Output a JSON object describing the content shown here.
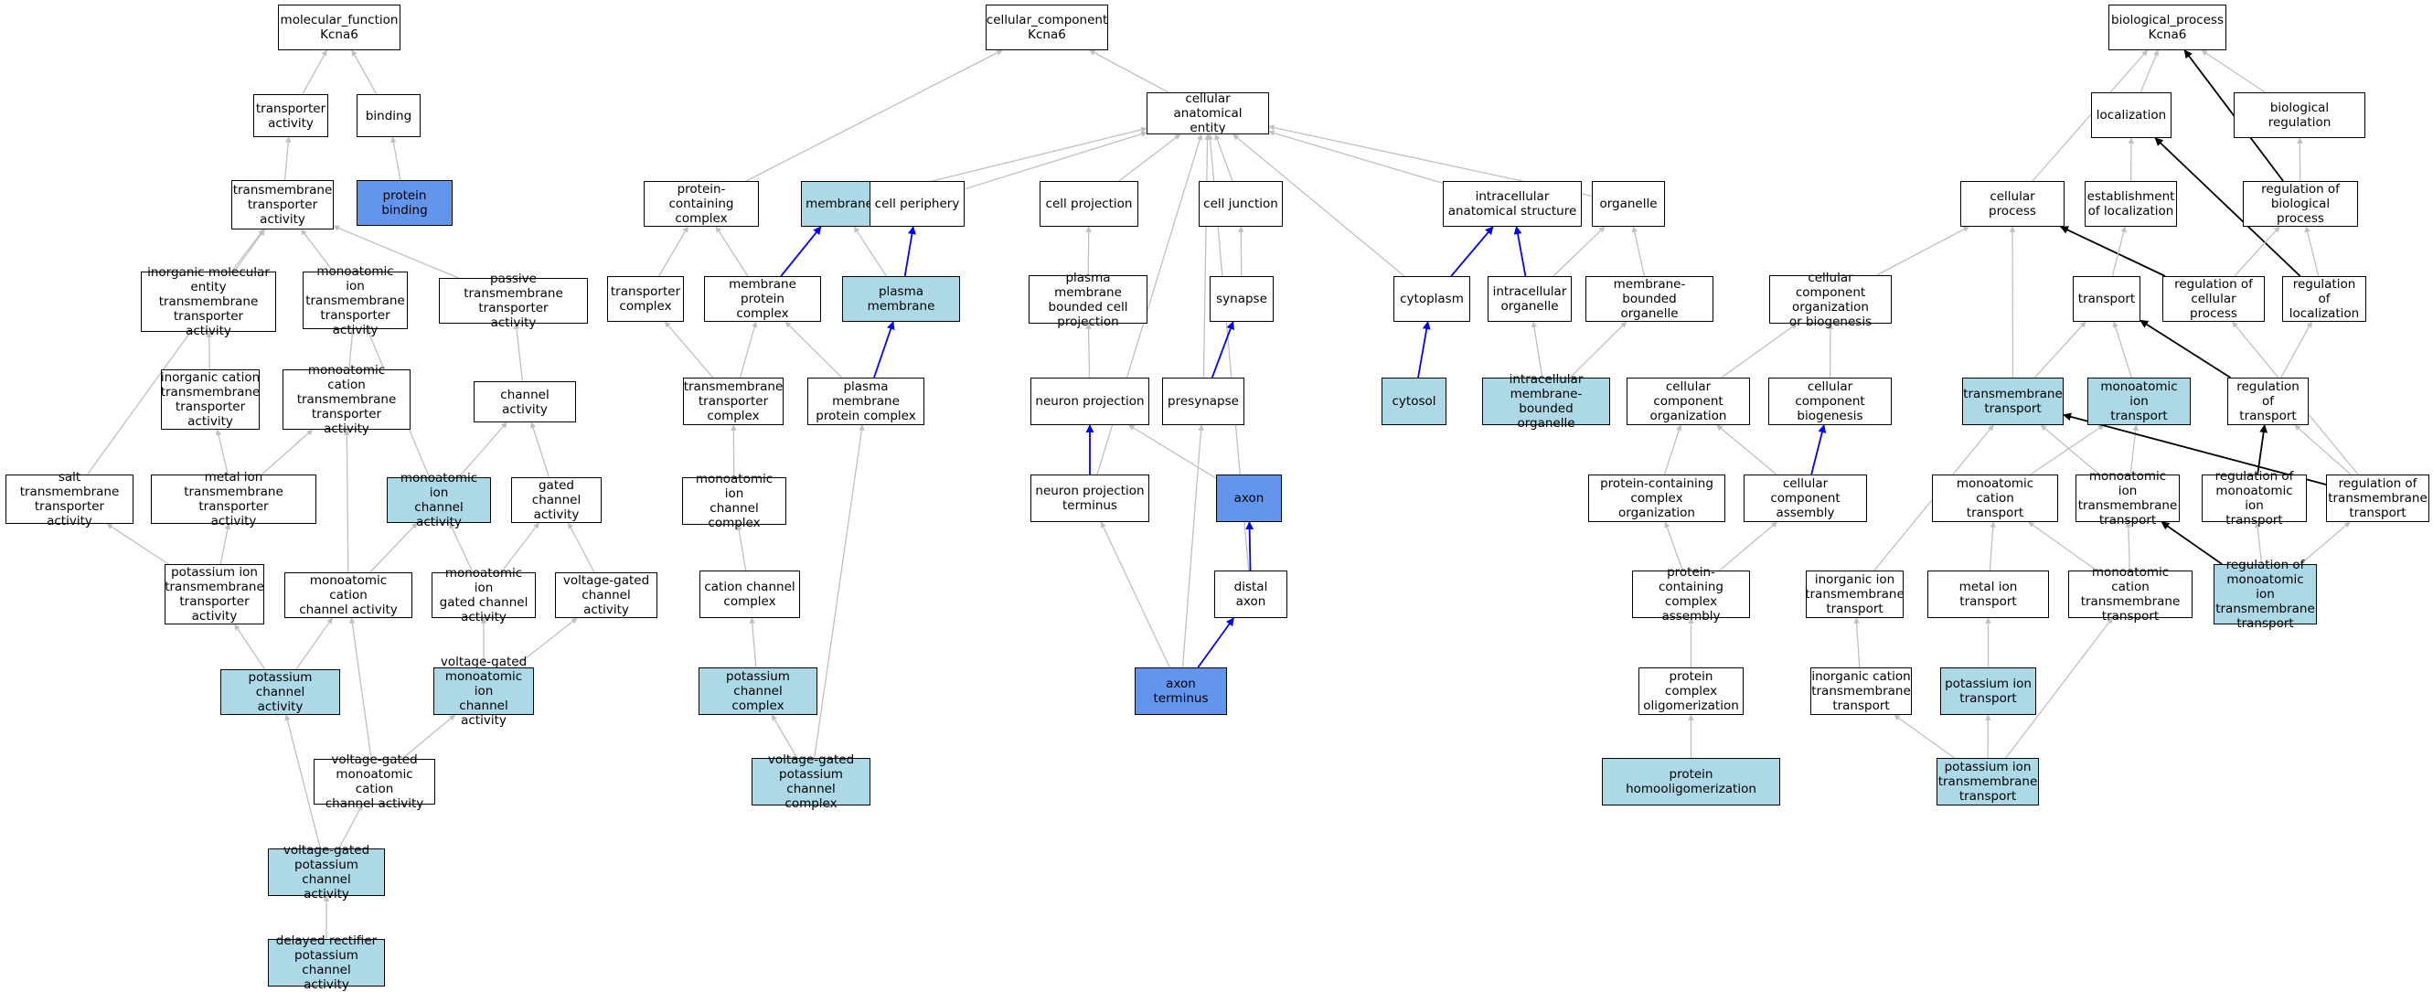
{
  "colors": {
    "edge_default": "#c0c0c0",
    "edge_blue": "#0000ff",
    "edge_black": "#000000",
    "fill_light": "#add8e6",
    "fill_dark": "#6495ed",
    "fill_white": "#ffffff"
  },
  "nodes": {
    "mf_root": {
      "label": "molecular_function\nKcna6",
      "fill": "white"
    },
    "transporter_activity": {
      "label": "transporter\nactivity",
      "fill": "white"
    },
    "binding": {
      "label": "binding",
      "fill": "white"
    },
    "tm_transporter_activity": {
      "label": "transmembrane\ntransporter\nactivity",
      "fill": "white"
    },
    "protein_binding": {
      "label": "protein binding",
      "fill": "dark"
    },
    "inorganic_mol_entity": {
      "label": "inorganic molecular\nentity transmembrane\ntransporter\nactivity",
      "fill": "white"
    },
    "monoatomic_ion_tm": {
      "label": "monoatomic ion\ntransmembrane\ntransporter\nactivity",
      "fill": "white"
    },
    "passive_tm": {
      "label": "passive transmembrane\ntransporter\nactivity",
      "fill": "white"
    },
    "inorganic_cation_tm": {
      "label": "inorganic cation\ntransmembrane\ntransporter\nactivity",
      "fill": "white"
    },
    "monoatomic_cation_tm": {
      "label": "monoatomic cation\ntransmembrane\ntransporter\nactivity",
      "fill": "white"
    },
    "channel_activity": {
      "label": "channel activity",
      "fill": "white"
    },
    "salt_tm": {
      "label": "salt transmembrane\ntransporter\nactivity",
      "fill": "white"
    },
    "metal_ion_tm": {
      "label": "metal ion transmembrane\ntransporter\nactivity",
      "fill": "white"
    },
    "monoatomic_ion_channel": {
      "label": "monoatomic ion\nchannel activity",
      "fill": "light"
    },
    "gated_channel": {
      "label": "gated channel\nactivity",
      "fill": "white"
    },
    "potassium_ion_tm": {
      "label": "potassium ion\ntransmembrane\ntransporter\nactivity",
      "fill": "white"
    },
    "monoatomic_cation_channel": {
      "label": "monoatomic cation\nchannel activity",
      "fill": "white"
    },
    "monoatomic_ion_gated": {
      "label": "monoatomic ion\ngated channel\nactivity",
      "fill": "white"
    },
    "voltage_gated_channel": {
      "label": "voltage-gated\nchannel activity",
      "fill": "white"
    },
    "potassium_channel": {
      "label": "potassium channel\nactivity",
      "fill": "light"
    },
    "vg_monoatomic_ion_channel": {
      "label": "voltage-gated\nmonoatomic ion\nchannel activity",
      "fill": "light"
    },
    "vg_monoatomic_cation_channel": {
      "label": "voltage-gated\nmonoatomic cation\nchannel activity",
      "fill": "white"
    },
    "vg_potassium_channel": {
      "label": "voltage-gated\npotassium channel\nactivity",
      "fill": "light"
    },
    "delayed_rectifier": {
      "label": "delayed rectifier\npotassium channel\nactivity",
      "fill": "light"
    },
    "cc_root": {
      "label": "cellular_component\nKcna6",
      "fill": "white"
    },
    "cellular_anatomical_entity": {
      "label": "cellular anatomical\nentity",
      "fill": "white"
    },
    "protein_containing_complex": {
      "label": "protein-containing\ncomplex",
      "fill": "white"
    },
    "membrane": {
      "label": "membrane",
      "fill": "light"
    },
    "cell_periphery": {
      "label": "cell periphery",
      "fill": "white"
    },
    "cell_projection": {
      "label": "cell projection",
      "fill": "white"
    },
    "cell_junction": {
      "label": "cell junction",
      "fill": "white"
    },
    "intracellular_anatomical": {
      "label": "intracellular\nanatomical structure",
      "fill": "white"
    },
    "organelle": {
      "label": "organelle",
      "fill": "white"
    },
    "transporter_complex": {
      "label": "transporter\ncomplex",
      "fill": "white"
    },
    "membrane_protein_complex": {
      "label": "membrane protein\ncomplex",
      "fill": "white"
    },
    "plasma_membrane": {
      "label": "plasma membrane",
      "fill": "light"
    },
    "pm_bounded_cell_projection": {
      "label": "plasma membrane\nbounded cell\nprojection",
      "fill": "white"
    },
    "synapse": {
      "label": "synapse",
      "fill": "white"
    },
    "cytoplasm": {
      "label": "cytoplasm",
      "fill": "white"
    },
    "intracellular_organelle": {
      "label": "intracellular\norganelle",
      "fill": "white"
    },
    "membrane_bounded_organelle": {
      "label": "membrane-bounded\norganelle",
      "fill": "white"
    },
    "tm_transporter_complex": {
      "label": "transmembrane\ntransporter\ncomplex",
      "fill": "white"
    },
    "pm_protein_complex": {
      "label": "plasma membrane\nprotein complex",
      "fill": "white"
    },
    "neuron_projection": {
      "label": "neuron projection",
      "fill": "white"
    },
    "presynapse": {
      "label": "presynapse",
      "fill": "white"
    },
    "cytosol": {
      "label": "cytosol",
      "fill": "light"
    },
    "intracellular_mb_organelle": {
      "label": "intracellular\nmembrane-bounded\norganelle",
      "fill": "light"
    },
    "monoatomic_ion_channel_complex": {
      "label": "monoatomic ion\nchannel complex",
      "fill": "white"
    },
    "neuron_projection_terminus": {
      "label": "neuron projection\nterminus",
      "fill": "white"
    },
    "axon": {
      "label": "axon",
      "fill": "dark"
    },
    "cation_channel_complex": {
      "label": "cation channel\ncomplex",
      "fill": "white"
    },
    "distal_axon": {
      "label": "distal axon",
      "fill": "white"
    },
    "potassium_channel_complex": {
      "label": "potassium channel\ncomplex",
      "fill": "light"
    },
    "axon_terminus": {
      "label": "axon terminus",
      "fill": "dark"
    },
    "vg_potassium_channel_complex": {
      "label": "voltage-gated\npotassium channel\ncomplex",
      "fill": "light"
    },
    "bp_root": {
      "label": "biological_process\nKcna6",
      "fill": "white"
    },
    "localization": {
      "label": "localization",
      "fill": "white"
    },
    "biological_regulation": {
      "label": "biological regulation",
      "fill": "white"
    },
    "cellular_process": {
      "label": "cellular process",
      "fill": "white"
    },
    "establishment_localization": {
      "label": "establishment\nof localization",
      "fill": "white"
    },
    "regulation_biological_process": {
      "label": "regulation of\nbiological process",
      "fill": "white"
    },
    "cc_organization_biogenesis": {
      "label": "cellular component\norganization\nor biogenesis",
      "fill": "white"
    },
    "transport": {
      "label": "transport",
      "fill": "white"
    },
    "regulation_cellular_process": {
      "label": "regulation of\ncellular process",
      "fill": "white"
    },
    "regulation_localization": {
      "label": "regulation of\nlocalization",
      "fill": "white"
    },
    "cc_organization": {
      "label": "cellular component\norganization",
      "fill": "white"
    },
    "cc_biogenesis": {
      "label": "cellular component\nbiogenesis",
      "fill": "white"
    },
    "transmembrane_transport": {
      "label": "transmembrane\ntransport",
      "fill": "light"
    },
    "monoatomic_ion_transport": {
      "label": "monoatomic ion\ntransport",
      "fill": "light"
    },
    "regulation_transport": {
      "label": "regulation of\ntransport",
      "fill": "white"
    },
    "pcc_organization": {
      "label": "protein-containing\ncomplex organization",
      "fill": "white"
    },
    "cc_assembly": {
      "label": "cellular component\nassembly",
      "fill": "white"
    },
    "monoatomic_cation_transport": {
      "label": "monoatomic cation\ntransport",
      "fill": "white"
    },
    "monoatomic_ion_tm_transport": {
      "label": "monoatomic ion\ntransmembrane\ntransport",
      "fill": "white"
    },
    "regulation_monoatomic_ion_transport": {
      "label": "regulation of\nmonoatomic ion\ntransport",
      "fill": "white"
    },
    "regulation_tm_transport": {
      "label": "regulation of\ntransmembrane\ntransport",
      "fill": "white"
    },
    "pcc_assembly": {
      "label": "protein-containing\ncomplex assembly",
      "fill": "white"
    },
    "inorganic_ion_tm_transport": {
      "label": "inorganic ion\ntransmembrane\ntransport",
      "fill": "white"
    },
    "metal_ion_transport": {
      "label": "metal ion transport",
      "fill": "white"
    },
    "monoatomic_cation_tm_transport": {
      "label": "monoatomic cation\ntransmembrane\ntransport",
      "fill": "white"
    },
    "regulation_monoatomic_ion_tm_transport": {
      "label": "regulation of\nmonoatomic ion\ntransmembrane\ntransport",
      "fill": "light"
    },
    "protein_complex_oligomerization": {
      "label": "protein complex\noligomerization",
      "fill": "white"
    },
    "inorganic_cation_tm_transport": {
      "label": "inorganic cation\ntransmembrane\ntransport",
      "fill": "white"
    },
    "potassium_ion_transport": {
      "label": "potassium ion\ntransport",
      "fill": "light"
    },
    "protein_homooligomerization": {
      "label": "protein homooligomerization",
      "fill": "light"
    },
    "potassium_ion_tm_transport": {
      "label": "potassium ion\ntransmembrane\ntransport",
      "fill": "light"
    }
  },
  "edges": [
    [
      "transporter_activity",
      "mf_root",
      "default"
    ],
    [
      "binding",
      "mf_root",
      "default"
    ],
    [
      "tm_transporter_activity",
      "transporter_activity",
      "default"
    ],
    [
      "protein_binding",
      "binding",
      "default"
    ],
    [
      "inorganic_mol_entity",
      "tm_transporter_activity",
      "default"
    ],
    [
      "monoatomic_ion_tm",
      "tm_transporter_activity",
      "default"
    ],
    [
      "passive_tm",
      "tm_transporter_activity",
      "default"
    ],
    [
      "salt_tm",
      "tm_transporter_activity",
      "default"
    ],
    [
      "inorganic_cation_tm",
      "inorganic_mol_entity",
      "default"
    ],
    [
      "monoatomic_cation_tm",
      "monoatomic_ion_tm",
      "default"
    ],
    [
      "channel_activity",
      "passive_tm",
      "default"
    ],
    [
      "metal_ion_tm",
      "inorganic_cation_tm",
      "default"
    ],
    [
      "metal_ion_tm",
      "monoatomic_cation_tm",
      "default"
    ],
    [
      "monoatomic_ion_channel",
      "monoatomic_ion_tm",
      "default"
    ],
    [
      "monoatomic_ion_channel",
      "channel_activity",
      "default"
    ],
    [
      "gated_channel",
      "channel_activity",
      "default"
    ],
    [
      "potassium_ion_tm",
      "metal_ion_tm",
      "default"
    ],
    [
      "potassium_ion_tm",
      "salt_tm",
      "default"
    ],
    [
      "monoatomic_cation_channel",
      "monoatomic_cation_tm",
      "default"
    ],
    [
      "monoatomic_cation_channel",
      "monoatomic_ion_channel",
      "default"
    ],
    [
      "monoatomic_ion_gated",
      "monoatomic_ion_channel",
      "default"
    ],
    [
      "monoatomic_ion_gated",
      "gated_channel",
      "default"
    ],
    [
      "voltage_gated_channel",
      "gated_channel",
      "default"
    ],
    [
      "potassium_channel",
      "potassium_ion_tm",
      "default"
    ],
    [
      "potassium_channel",
      "monoatomic_cation_channel",
      "default"
    ],
    [
      "vg_monoatomic_ion_channel",
      "monoatomic_ion_gated",
      "default"
    ],
    [
      "vg_monoatomic_ion_channel",
      "voltage_gated_channel",
      "default"
    ],
    [
      "vg_monoatomic_cation_channel",
      "vg_monoatomic_ion_channel",
      "default"
    ],
    [
      "vg_monoatomic_cation_channel",
      "monoatomic_cation_channel",
      "default"
    ],
    [
      "vg_potassium_channel",
      "vg_monoatomic_cation_channel",
      "default"
    ],
    [
      "vg_potassium_channel",
      "potassium_channel",
      "default"
    ],
    [
      "delayed_rectifier",
      "vg_potassium_channel",
      "default"
    ],
    [
      "cellular_anatomical_entity",
      "cc_root",
      "default"
    ],
    [
      "protein_containing_complex",
      "cc_root",
      "default"
    ],
    [
      "membrane",
      "cellular_anatomical_entity",
      "default"
    ],
    [
      "cell_periphery",
      "cellular_anatomical_entity",
      "default"
    ],
    [
      "cell_projection",
      "cellular_anatomical_entity",
      "default"
    ],
    [
      "cell_junction",
      "cellular_anatomical_entity",
      "default"
    ],
    [
      "intracellular_anatomical",
      "cellular_anatomical_entity",
      "default"
    ],
    [
      "organelle",
      "cellular_anatomical_entity",
      "default"
    ],
    [
      "cytoplasm",
      "cellular_anatomical_entity",
      "default"
    ],
    [
      "presynapse",
      "cellular_anatomical_entity",
      "default"
    ],
    [
      "neuron_projection_terminus",
      "cellular_anatomical_entity",
      "default"
    ],
    [
      "distal_axon",
      "cellular_anatomical_entity",
      "default"
    ],
    [
      "transporter_complex",
      "protein_containing_complex",
      "default"
    ],
    [
      "membrane_protein_complex",
      "protein_containing_complex",
      "default"
    ],
    [
      "membrane_protein_complex",
      "membrane",
      "blue"
    ],
    [
      "plasma_membrane",
      "membrane",
      "default"
    ],
    [
      "plasma_membrane",
      "cell_periphery",
      "blue"
    ],
    [
      "pm_bounded_cell_projection",
      "cell_projection",
      "default"
    ],
    [
      "synapse",
      "cell_junction",
      "default"
    ],
    [
      "cytoplasm",
      "intracellular_anatomical",
      "blue"
    ],
    [
      "intracellular_organelle",
      "intracellular_anatomical",
      "blue"
    ],
    [
      "intracellular_organelle",
      "organelle",
      "default"
    ],
    [
      "membrane_bounded_organelle",
      "organelle",
      "default"
    ],
    [
      "tm_transporter_complex",
      "transporter_complex",
      "default"
    ],
    [
      "tm_transporter_complex",
      "membrane_protein_complex",
      "default"
    ],
    [
      "pm_protein_complex",
      "membrane_protein_complex",
      "default"
    ],
    [
      "pm_protein_complex",
      "plasma_membrane",
      "blue"
    ],
    [
      "neuron_projection",
      "pm_bounded_cell_projection",
      "default"
    ],
    [
      "presynapse",
      "synapse",
      "blue"
    ],
    [
      "cytosol",
      "cytoplasm",
      "blue"
    ],
    [
      "intracellular_mb_organelle",
      "intracellular_organelle",
      "default"
    ],
    [
      "intracellular_mb_organelle",
      "membrane_bounded_organelle",
      "default"
    ],
    [
      "monoatomic_ion_channel_complex",
      "tm_transporter_complex",
      "default"
    ],
    [
      "neuron_projection_terminus",
      "neuron_projection",
      "blue"
    ],
    [
      "axon",
      "neuron_projection",
      "default"
    ],
    [
      "cation_channel_complex",
      "monoatomic_ion_channel_complex",
      "default"
    ],
    [
      "distal_axon",
      "axon",
      "blue"
    ],
    [
      "potassium_channel_complex",
      "cation_channel_complex",
      "default"
    ],
    [
      "axon_terminus",
      "distal_axon",
      "blue"
    ],
    [
      "axon_terminus",
      "neuron_projection_terminus",
      "default"
    ],
    [
      "axon_terminus",
      "presynapse",
      "default"
    ],
    [
      "vg_potassium_channel_complex",
      "potassium_channel_complex",
      "default"
    ],
    [
      "vg_potassium_channel_complex",
      "pm_protein_complex",
      "default"
    ],
    [
      "localization",
      "bp_root",
      "default"
    ],
    [
      "biological_regulation",
      "bp_root",
      "default"
    ],
    [
      "cellular_process",
      "bp_root",
      "default"
    ],
    [
      "regulation_biological_process",
      "bp_root",
      "black"
    ],
    [
      "establishment_localization",
      "localization",
      "default"
    ],
    [
      "regulation_biological_process",
      "biological_regulation",
      "default"
    ],
    [
      "regulation_localization",
      "localization",
      "black"
    ],
    [
      "cc_organization_biogenesis",
      "cellular_process",
      "default"
    ],
    [
      "transmembrane_transport",
      "cellular_process",
      "default"
    ],
    [
      "regulation_cellular_process",
      "cellular_process",
      "black"
    ],
    [
      "transport",
      "establishment_localization",
      "default"
    ],
    [
      "regulation_cellular_process",
      "regulation_biological_process",
      "default"
    ],
    [
      "regulation_localization",
      "regulation_biological_process",
      "default"
    ],
    [
      "cc_organization",
      "cc_organization_biogenesis",
      "default"
    ],
    [
      "cc_biogenesis",
      "cc_organization_biogenesis",
      "default"
    ],
    [
      "transmembrane_transport",
      "transport",
      "default"
    ],
    [
      "monoatomic_ion_transport",
      "transport",
      "default"
    ],
    [
      "regulation_transport",
      "transport",
      "black"
    ],
    [
      "regulation_transport",
      "regulation_localization",
      "default"
    ],
    [
      "pcc_organization",
      "cc_organization",
      "default"
    ],
    [
      "cc_assembly",
      "cc_organization",
      "default"
    ],
    [
      "cc_assembly",
      "cc_biogenesis",
      "blue"
    ],
    [
      "monoatomic_cation_transport",
      "monoatomic_ion_transport",
      "default"
    ],
    [
      "monoatomic_ion_tm_transport",
      "transmembrane_transport",
      "default"
    ],
    [
      "monoatomic_ion_tm_transport",
      "monoatomic_ion_transport",
      "default"
    ],
    [
      "regulation_monoatomic_ion_transport",
      "regulation_transport",
      "black"
    ],
    [
      "regulation_tm_transport",
      "transmembrane_transport",
      "black"
    ],
    [
      "regulation_tm_transport",
      "regulation_transport",
      "default"
    ],
    [
      "regulation_tm_transport",
      "regulation_cellular_process",
      "default"
    ],
    [
      "pcc_assembly",
      "pcc_organization",
      "default"
    ],
    [
      "pcc_assembly",
      "cc_assembly",
      "default"
    ],
    [
      "inorganic_ion_tm_transport",
      "transmembrane_transport",
      "default"
    ],
    [
      "metal_ion_transport",
      "monoatomic_cation_transport",
      "default"
    ],
    [
      "monoatomic_cation_tm_transport",
      "monoatomic_cation_transport",
      "default"
    ],
    [
      "monoatomic_cation_tm_transport",
      "monoatomic_ion_tm_transport",
      "default"
    ],
    [
      "regulation_monoatomic_ion_tm_transport",
      "monoatomic_ion_tm_transport",
      "black"
    ],
    [
      "regulation_monoatomic_ion_tm_transport",
      "regulation_monoatomic_ion_transport",
      "default"
    ],
    [
      "regulation_monoatomic_ion_tm_transport",
      "regulation_tm_transport",
      "default"
    ],
    [
      "protein_complex_oligomerization",
      "pcc_assembly",
      "default"
    ],
    [
      "inorganic_cation_tm_transport",
      "inorganic_ion_tm_transport",
      "default"
    ],
    [
      "potassium_ion_transport",
      "metal_ion_transport",
      "default"
    ],
    [
      "protein_homooligomerization",
      "protein_complex_oligomerization",
      "default"
    ],
    [
      "potassium_ion_tm_transport",
      "inorganic_cation_tm_transport",
      "default"
    ],
    [
      "potassium_ion_tm_transport",
      "potassium_ion_transport",
      "default"
    ],
    [
      "potassium_ion_tm_transport",
      "monoatomic_cation_tm_transport",
      "default"
    ]
  ]
}
